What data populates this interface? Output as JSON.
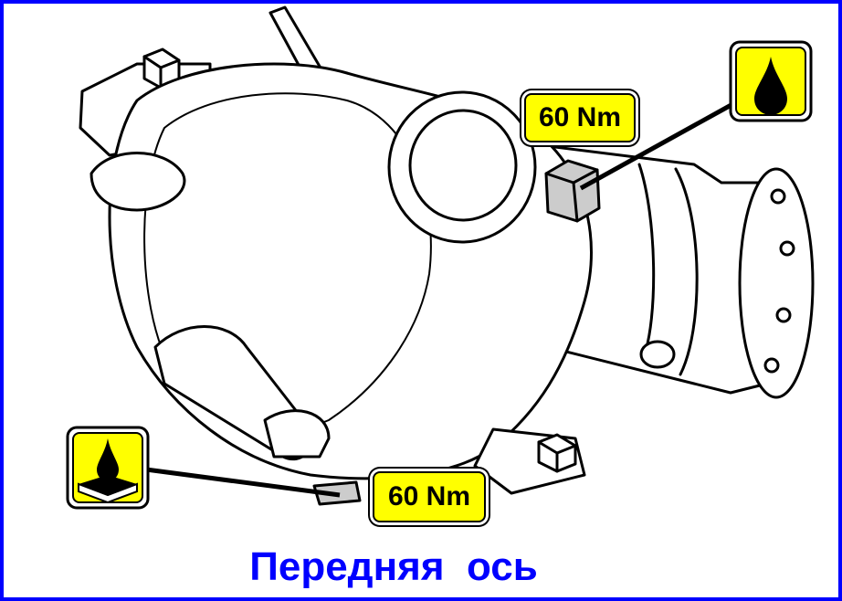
{
  "diagram": {
    "caption": "Передняя  ось",
    "torque_labels": [
      "60 Nm",
      "60 Nm"
    ],
    "colors": {
      "frame": "#0000ff",
      "label_fill": "#ffff00",
      "caption": "#0000ff",
      "outline": "#000000"
    },
    "icons": [
      "oil-drop-icon",
      "oil-drain-pan-icon"
    ]
  }
}
